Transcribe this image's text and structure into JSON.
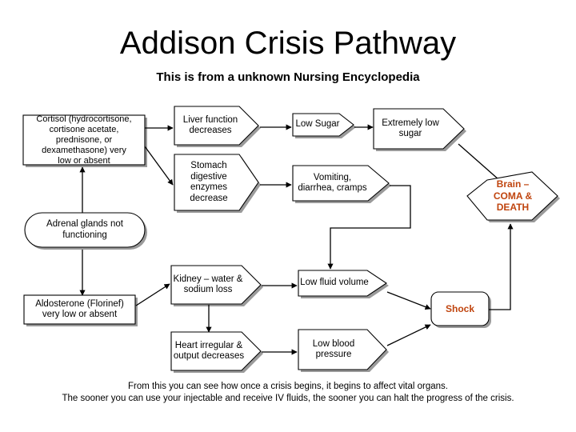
{
  "header": {
    "title": "Addison Crisis Pathway",
    "subtitle": "This is from a unknown Nursing Encyclopedia"
  },
  "footer": {
    "line1": "From this you can see how once a crisis begins, it begins to affect vital organs.",
    "line2": "The sooner you can use your injectable and receive IV fluids, the sooner you can halt the progress of the crisis."
  },
  "colors": {
    "background": "#ffffff",
    "node_fill": "#ffffff",
    "node_stroke": "#000000",
    "shadow": "#9a9a9a",
    "text": "#000000",
    "danger_text": "#C0450F",
    "connector": "#000000"
  },
  "diagram": {
    "type": "flowchart",
    "nodes": [
      {
        "id": "cortisol",
        "label": "Cortisol (hydrocortisone,\ncortisone acetate,\nprednisone, or\ndexamethasone) very\nlow or absent",
        "shape": "rectangle"
      },
      {
        "id": "adrenal",
        "label": "Adrenal glands not\nfunctioning",
        "shape": "stadium"
      },
      {
        "id": "aldosterone",
        "label": "Aldosterone (Florinef)\nvery low or absent",
        "shape": "rectangle"
      },
      {
        "id": "liver",
        "label": "Liver function\ndecreases",
        "shape": "chevron"
      },
      {
        "id": "stomach",
        "label": "Stomach\ndigestive\nenzymes\ndecrease",
        "shape": "chevron"
      },
      {
        "id": "lowsugar",
        "label": "Low Sugar",
        "shape": "chevron"
      },
      {
        "id": "extremesugar",
        "label": "Extremely low\nsugar",
        "shape": "chevron"
      },
      {
        "id": "vomiting",
        "label": "Vomiting,\ndiarrhea, cramps",
        "shape": "chevron"
      },
      {
        "id": "kidney",
        "label": "Kidney – water &\nsodium loss",
        "shape": "chevron"
      },
      {
        "id": "lowfluid",
        "label": "Low fluid volume",
        "shape": "chevron"
      },
      {
        "id": "heart",
        "label": "Heart irregular &\noutput decreases",
        "shape": "chevron"
      },
      {
        "id": "lowbp",
        "label": "Low blood\npressure",
        "shape": "chevron"
      },
      {
        "id": "shock",
        "label": "Shock",
        "shape": "rounded-rectangle",
        "emphasis": "danger"
      },
      {
        "id": "brain",
        "label": "Brain –\nCOMA &\nDEATH",
        "shape": "hexagon",
        "emphasis": "danger"
      }
    ],
    "edges": [
      {
        "from": "adrenal",
        "to": "cortisol"
      },
      {
        "from": "adrenal",
        "to": "aldosterone"
      },
      {
        "from": "cortisol",
        "to": "liver"
      },
      {
        "from": "cortisol",
        "to": "stomach"
      },
      {
        "from": "liver",
        "to": "lowsugar"
      },
      {
        "from": "lowsugar",
        "to": "extremesugar"
      },
      {
        "from": "extremesugar",
        "to": "brain"
      },
      {
        "from": "stomach",
        "to": "vomiting"
      },
      {
        "from": "vomiting",
        "to": "lowfluid"
      },
      {
        "from": "aldosterone",
        "to": "kidney"
      },
      {
        "from": "kidney",
        "to": "lowfluid"
      },
      {
        "from": "kidney",
        "to": "heart"
      },
      {
        "from": "heart",
        "to": "lowbp"
      },
      {
        "from": "lowfluid",
        "to": "shock"
      },
      {
        "from": "lowbp",
        "to": "shock"
      },
      {
        "from": "shock",
        "to": "brain"
      }
    ]
  }
}
